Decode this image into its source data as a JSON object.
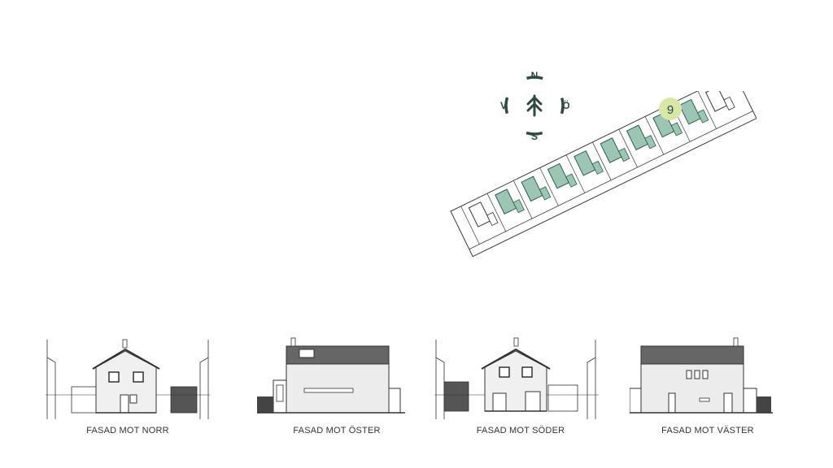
{
  "compass": {
    "north": "N",
    "east": "Ö",
    "south": "S",
    "west": "V",
    "color": "#2f4a42"
  },
  "site_plan": {
    "highlighted_lot_number": "9",
    "highlight_color": "#d8e6a6",
    "house_fill": "#9cc5b3",
    "house_stroke": "#2f5e4e",
    "lot_count": 10
  },
  "elevations": [
    {
      "caption": "FASAD MOT NORR"
    },
    {
      "caption": "FASAD MOT ÖSTER"
    },
    {
      "caption": "FASAD MOT SÖDER"
    },
    {
      "caption": "FASAD MOT VÄSTER"
    }
  ]
}
